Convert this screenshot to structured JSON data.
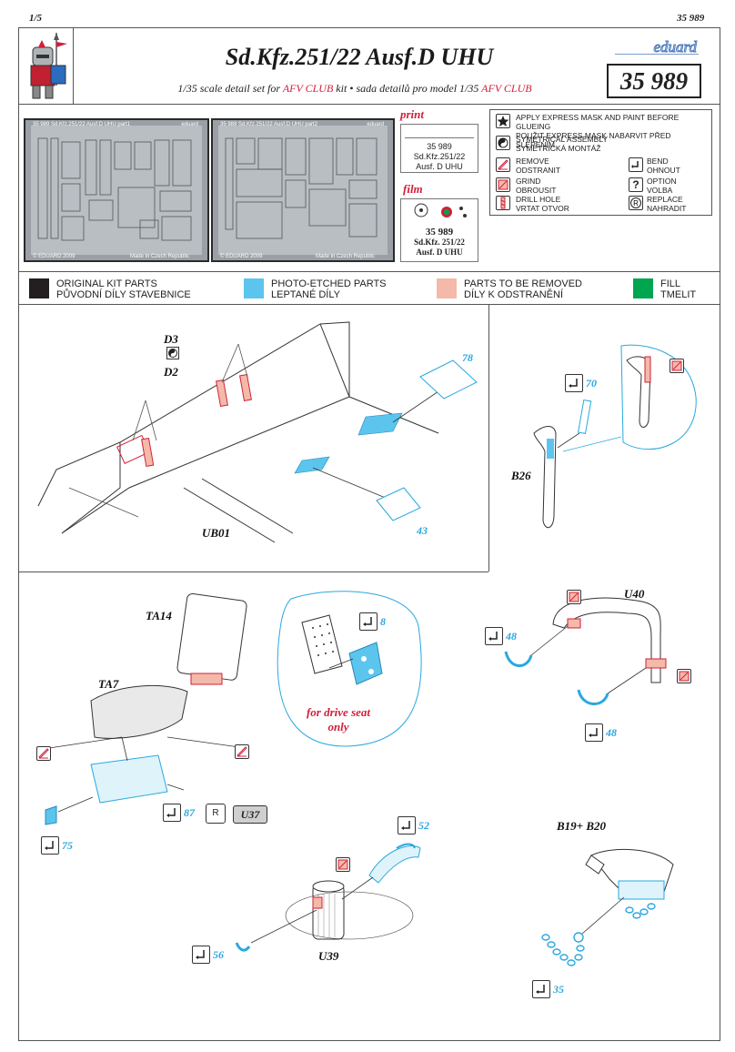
{
  "page": {
    "number": "1/5",
    "code": "35 989"
  },
  "header": {
    "title": "Sd.Kfz.251/22 Ausf.D UHU",
    "subtitle_pre": "1/35 scale detail set for ",
    "subtitle_brand1": "AFV CLUB",
    "subtitle_mid": " kit • sada detailů pro model 1/35 ",
    "subtitle_brand2": "AFV CLUB",
    "brand": "eduard",
    "catalog": "35 989"
  },
  "frets": {
    "part1_header": "35 989   Sd.Kfz.251/22 Ausf.D UHU   part1",
    "part1_brand": "eduard",
    "part2_header": "35 989   Sd.Kfz.251/22 Ausf.D UHU   part2",
    "part2_brand": "eduard",
    "footer_copy": "© EDUARD 2009",
    "footer_made": "Made in Czech Republic",
    "print_label": "print",
    "film_label": "film",
    "print_card": [
      "35 989",
      "Sd.Kfz.251/22",
      "Ausf. D  UHU"
    ],
    "film_card": [
      "35 989",
      "Sd.Kfz. 251/22",
      "Ausf. D  UHU"
    ]
  },
  "legend": [
    {
      "icon": "star-icon",
      "lines": [
        "APPLY EXPRESS MASK AND PAINT BEFORE GLUEING",
        "POUŽIT EXPRESS MASK NABARVIT PŘED SLEPENÍM"
      ]
    },
    {
      "icon": "symmetry-icon",
      "lines": [
        "SYMETRICAL ASSEMBLY",
        "SYMETRICKÁ MONTÁŽ"
      ]
    },
    {
      "icon": "remove-icon",
      "lines": [
        "REMOVE",
        "ODSTRANIT"
      ]
    },
    {
      "icon": "bend-icon",
      "lines": [
        "BEND",
        "OHNOUT"
      ]
    },
    {
      "icon": "grind-icon",
      "lines": [
        "GRIND",
        "OBROUSIT"
      ]
    },
    {
      "icon": "option-icon",
      "lines": [
        "OPTION",
        "VOLBA"
      ]
    },
    {
      "icon": "drill-icon",
      "lines": [
        "DRILL HOLE",
        "VRTAT OTVOR"
      ]
    },
    {
      "icon": "replace-icon",
      "lines": [
        "REPLACE",
        "NAHRADIT"
      ]
    }
  ],
  "colors": {
    "original": "#231f20",
    "photo_etched": "#5bc5ee",
    "remove": "#f4b9a8",
    "fill": "#00a54f",
    "accent_red": "#d0203a",
    "accent_blue": "#29a8e0"
  },
  "color_legend": [
    {
      "line1": "ORIGINAL KIT PARTS",
      "line2": "PŮVODNÍ DÍLY STAVEBNICE"
    },
    {
      "line1": "PHOTO-ETCHED PARTS",
      "line2": "LEPTANÉ DÍLY"
    },
    {
      "line1": "PARTS TO BE REMOVED",
      "line2": "DÍLY K ODSTRANĚNÍ"
    },
    {
      "line1": "FILL",
      "line2": "TMELIT"
    }
  ],
  "steps": {
    "s1": {
      "d3": "D3",
      "d2": "D2",
      "ub01": "UB01",
      "p78": "78",
      "p43": "43"
    },
    "s2": {
      "p70": "70",
      "b26": "B26"
    },
    "s3": {
      "ta14": "TA14",
      "ta7": "TA7",
      "p8": "8",
      "note1": "for drive seat",
      "note2": "only",
      "p87": "87",
      "replace_mark": "R",
      "u37": "U37",
      "p75": "75"
    },
    "s4": {
      "u40": "U40",
      "p48a": "48",
      "p48b": "48"
    },
    "s5": {
      "p52": "52",
      "p56": "56",
      "u39": "U39"
    },
    "s6": {
      "b19": "B19+ B20",
      "p35": "35"
    }
  }
}
